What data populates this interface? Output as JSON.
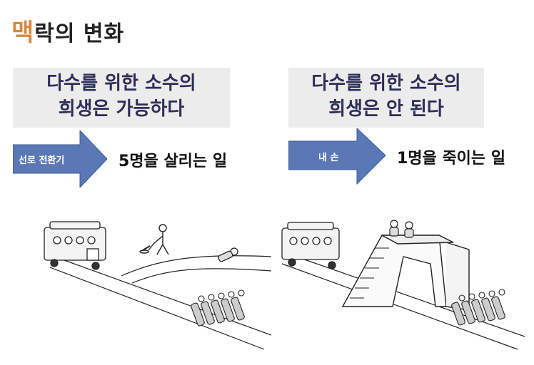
{
  "title": {
    "accent": "맥",
    "rest": "락의 변화"
  },
  "left": {
    "line1": "다수를 위한 소수의",
    "line2": "희생은 가능하다",
    "arrow_label": "선로 전환기",
    "outcome": "5명을 살리는 일"
  },
  "right": {
    "line1": "다수를 위한 소수의",
    "line2": "희생은 안 된다",
    "arrow_label": "내 손",
    "outcome": "1명을 죽이는 일"
  },
  "colors": {
    "accent": "#d7883e",
    "arrow": "#5a78b6",
    "box": "#ececec",
    "box_text": "#2e2e5a"
  }
}
